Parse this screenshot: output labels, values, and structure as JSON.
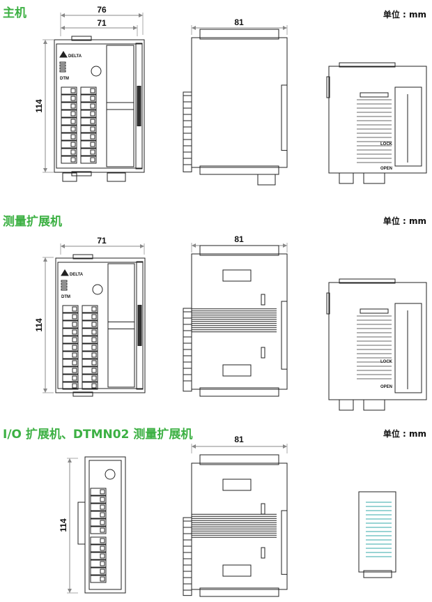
{
  "unit_label": "单位 : mm",
  "sections": [
    {
      "title": "主机",
      "dims": {
        "width_outer": "76",
        "width_inner": "71",
        "height": "114",
        "depth": "81"
      }
    },
    {
      "title": "测量扩展机",
      "dims": {
        "width_inner": "71",
        "height": "114",
        "depth": "81"
      }
    },
    {
      "title": "I/O 扩展机、DTMN02 测量扩展机",
      "dims": {
        "height": "114",
        "depth": "81"
      }
    }
  ],
  "device_markings": [
    "DELTA",
    "DTM",
    "LOCK",
    "OPEN"
  ]
}
